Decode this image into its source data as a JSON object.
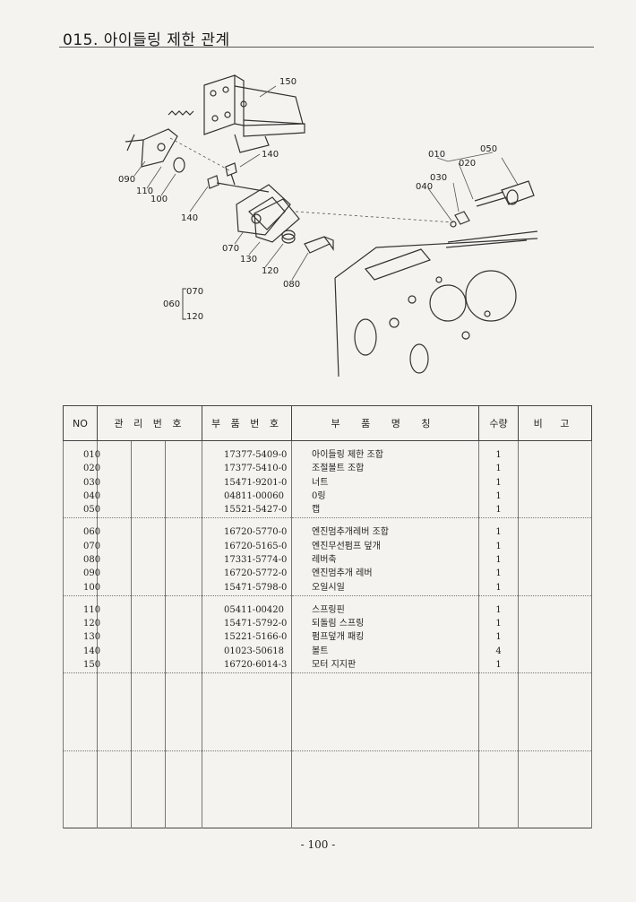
{
  "page": {
    "title": "015. 아이들링 제한 관계",
    "page_number": "- 100 -"
  },
  "diagram": {
    "callouts": {
      "p150": "150",
      "p140a": "140",
      "p090": "090",
      "p110": "110",
      "p100": "100",
      "p140b": "140",
      "p070": "070",
      "p130": "130",
      "p120": "120",
      "p080": "080",
      "p010": "010",
      "p050": "050",
      "p020": "020",
      "p030": "030",
      "p040": "040",
      "leg_060": "060",
      "leg_070": "070",
      "leg_120": "120"
    }
  },
  "table": {
    "headers": {
      "no": "NO",
      "mgmt": "관 리 번 호",
      "part_no": "부 품 번 호",
      "part_name": "부 품 명 칭",
      "qty": "수량",
      "remarks": "비 고"
    },
    "groups": [
      [
        {
          "no": "010",
          "part_no": "17377-5409-0",
          "name": "아이들링 제한 조합",
          "qty": "1"
        },
        {
          "no": "020",
          "part_no": "17377-5410-0",
          "name": "조절볼트 조합",
          "qty": "1"
        },
        {
          "no": "030",
          "part_no": "15471-9201-0",
          "name": "너트",
          "qty": "1"
        },
        {
          "no": "040",
          "part_no": "04811-00060",
          "name": "0링",
          "qty": "1"
        },
        {
          "no": "050",
          "part_no": "15521-5427-0",
          "name": "캡",
          "qty": "1"
        }
      ],
      [
        {
          "no": "060",
          "part_no": "16720-5770-0",
          "name": "엔진멈추개레버 조합",
          "qty": "1"
        },
        {
          "no": "070",
          "part_no": "16720-5165-0",
          "name": "엔진무선펌프 덮개",
          "qty": "1"
        },
        {
          "no": "080",
          "part_no": "17331-5774-0",
          "name": "레버축",
          "qty": "1"
        },
        {
          "no": "090",
          "part_no": "16720-5772-0",
          "name": "엔진멈추개 레버",
          "qty": "1"
        },
        {
          "no": "100",
          "part_no": "15471-5798-0",
          "name": "오일시일",
          "qty": "1"
        }
      ],
      [
        {
          "no": "110",
          "part_no": "05411-00420",
          "name": "스프링핀",
          "qty": "1"
        },
        {
          "no": "120",
          "part_no": "15471-5792-0",
          "name": "되돌림 스프링",
          "qty": "1"
        },
        {
          "no": "130",
          "part_no": "15221-5166-0",
          "name": "펌프덮개 패킹",
          "qty": "1"
        },
        {
          "no": "140",
          "part_no": "01023-50618",
          "name": "볼트",
          "qty": "4"
        },
        {
          "no": "150",
          "part_no": "16720-6014-3",
          "name": "모터 지지판",
          "qty": "1"
        }
      ]
    ]
  }
}
